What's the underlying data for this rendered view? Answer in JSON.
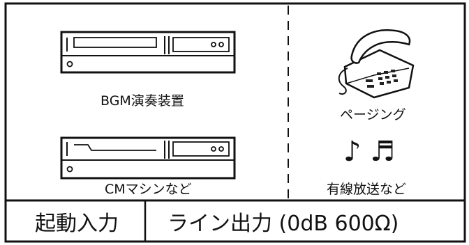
{
  "devices": {
    "bgm_label": "BGM演奏装置",
    "cm_label": "CMマシンなど"
  },
  "paging": {
    "phone_icon": "telephone-icon",
    "label": "ページング"
  },
  "music": {
    "notes": "♪ ♬",
    "label": "有線放送など"
  },
  "table": {
    "trigger_input": "起動入力",
    "line_output": "ライン出力 (0dB 600Ω)"
  }
}
